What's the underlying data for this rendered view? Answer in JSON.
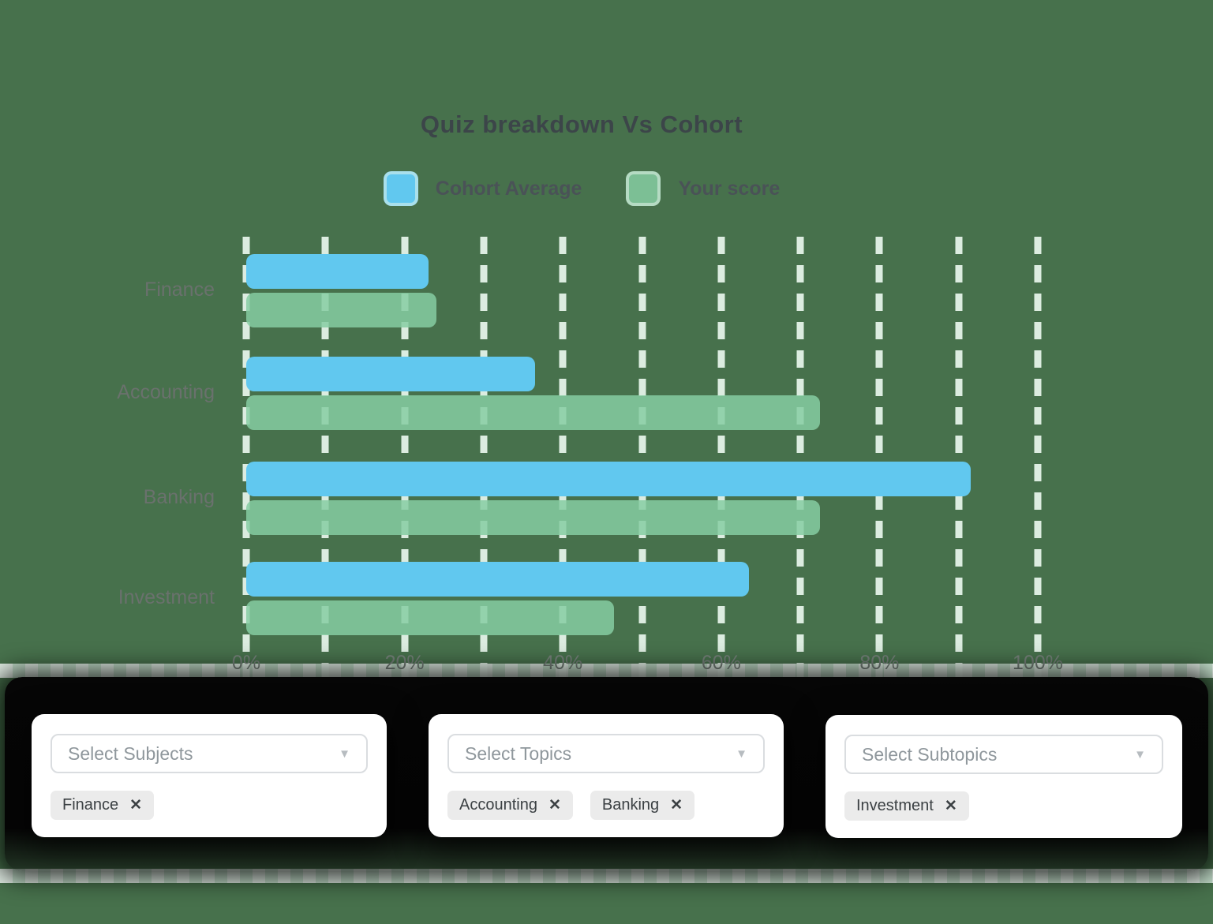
{
  "page": {
    "background_color": "#47714C"
  },
  "chart_data": {
    "type": "bar",
    "orientation": "horizontal",
    "title": "Quiz breakdown Vs Cohort",
    "categories": [
      "Finance",
      "Accounting",
      "Banking",
      "Investment"
    ],
    "series": [
      {
        "name": "Cohort Average",
        "color": "#61C8EF",
        "values": [
          23,
          36.5,
          91.5,
          63.5
        ]
      },
      {
        "name": "Your score",
        "color": "rgba(134,204,162,0.85)",
        "values": [
          24,
          72.5,
          72.5,
          46.5
        ]
      }
    ],
    "xlabel": "",
    "ylabel": "",
    "xlim": [
      0,
      100
    ],
    "x_tick_labels": [
      "0%",
      "20%",
      "40%",
      "60%",
      "80%",
      "100%"
    ],
    "gridlines_percent": [
      0,
      10,
      20,
      30,
      40,
      50,
      60,
      70,
      80,
      90,
      100
    ],
    "grid": "vertical-dashed",
    "gridline_color": "rgba(233,247,237,0.92)",
    "legend_position": "top-center",
    "background_color": "#47714C"
  },
  "filters": {
    "subjects": {
      "placeholder": "Select Subjects",
      "tags": [
        "Finance"
      ]
    },
    "topics": {
      "placeholder": "Select Topics",
      "tags": [
        "Accounting",
        "Banking"
      ]
    },
    "subtopics": {
      "placeholder": "Select Subtopics",
      "tags": [
        "Investment"
      ]
    }
  },
  "icons": {
    "dropdown_arrow": "▼",
    "remove": "✕"
  }
}
